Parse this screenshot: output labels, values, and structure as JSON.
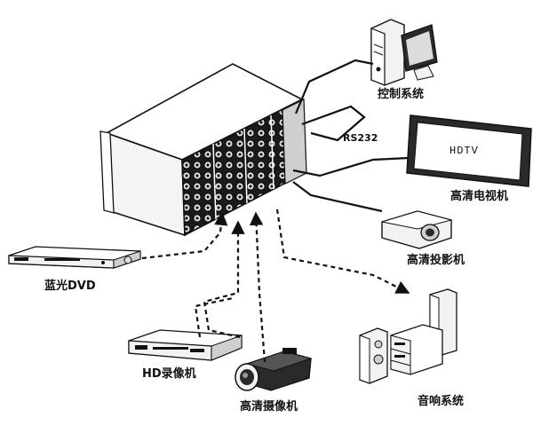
{
  "labels": {
    "control_system": "控制系统",
    "rs232": "RS232",
    "hdtv_screen": "HDTV",
    "hd_tv": "高清电视机",
    "projector": "高清投影机",
    "bluray_dvd": "蓝光DVD",
    "hd_recorder": "HD录像机",
    "hd_camera": "高清摄像机",
    "audio_system": "音响系统"
  },
  "colors": {
    "line": "#111111",
    "fill_light": "#f2f2f2",
    "fill_mid": "#bdbdbd",
    "fill_dark": "#2a2a2a"
  }
}
